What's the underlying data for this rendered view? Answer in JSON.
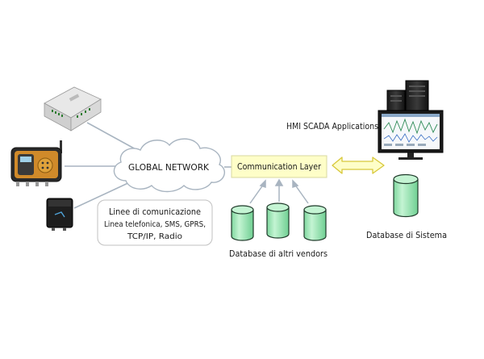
{
  "cloud": {
    "label": "GLOBAL NETWORK"
  },
  "comm_layer": {
    "label": "Communication Layer"
  },
  "hmi": {
    "label": "HMI SCADA Applications"
  },
  "comm_lines": {
    "title": "Linee di comunicazione",
    "line1": "Linea telefonica, SMS, GPRS,",
    "line2": "TCP/IP, Radio"
  },
  "vendors_db": {
    "label": "Database di altri vendors"
  },
  "system_db": {
    "label": "Database di Sistema"
  },
  "colors": {
    "db_fill": "#9ce8b6",
    "db_stroke": "#1f3a2a",
    "comm_fill": "#fefec8",
    "arrow_fill": "#fefec8",
    "arrow_stroke": "#d8c83a",
    "connector": "#a8b4c0"
  }
}
